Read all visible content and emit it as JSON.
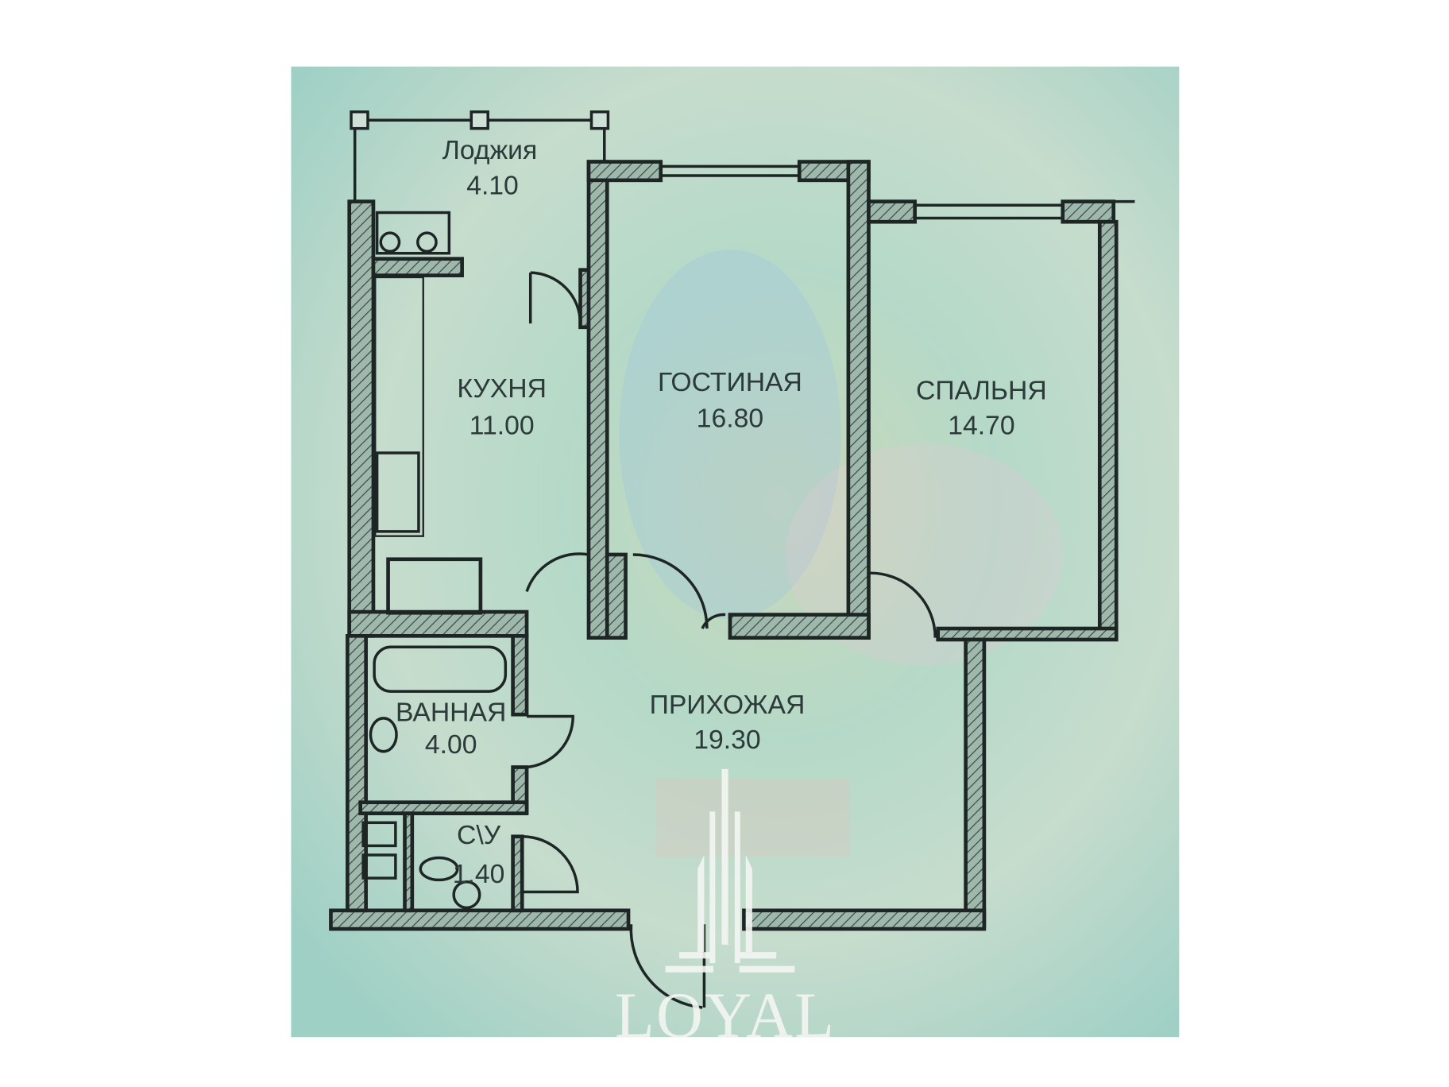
{
  "plan": {
    "rooms": [
      {
        "name": "Лоджия",
        "area": "4.10"
      },
      {
        "name": "КУХНЯ",
        "area": "11.00"
      },
      {
        "name": "ГОСТИНАЯ",
        "area": "16.80"
      },
      {
        "name": "СПАЛЬНЯ",
        "area": "14.70"
      },
      {
        "name": "ПРИХОЖАЯ",
        "area": "19.30"
      },
      {
        "name": "ВАННАЯ",
        "area": "4.00"
      },
      {
        "name": "С\\У",
        "area": "1.40"
      }
    ]
  },
  "watermark": {
    "brand": "LOYAL"
  },
  "colors": {
    "wall": "#1d2525",
    "background": "#a9d3c4"
  }
}
